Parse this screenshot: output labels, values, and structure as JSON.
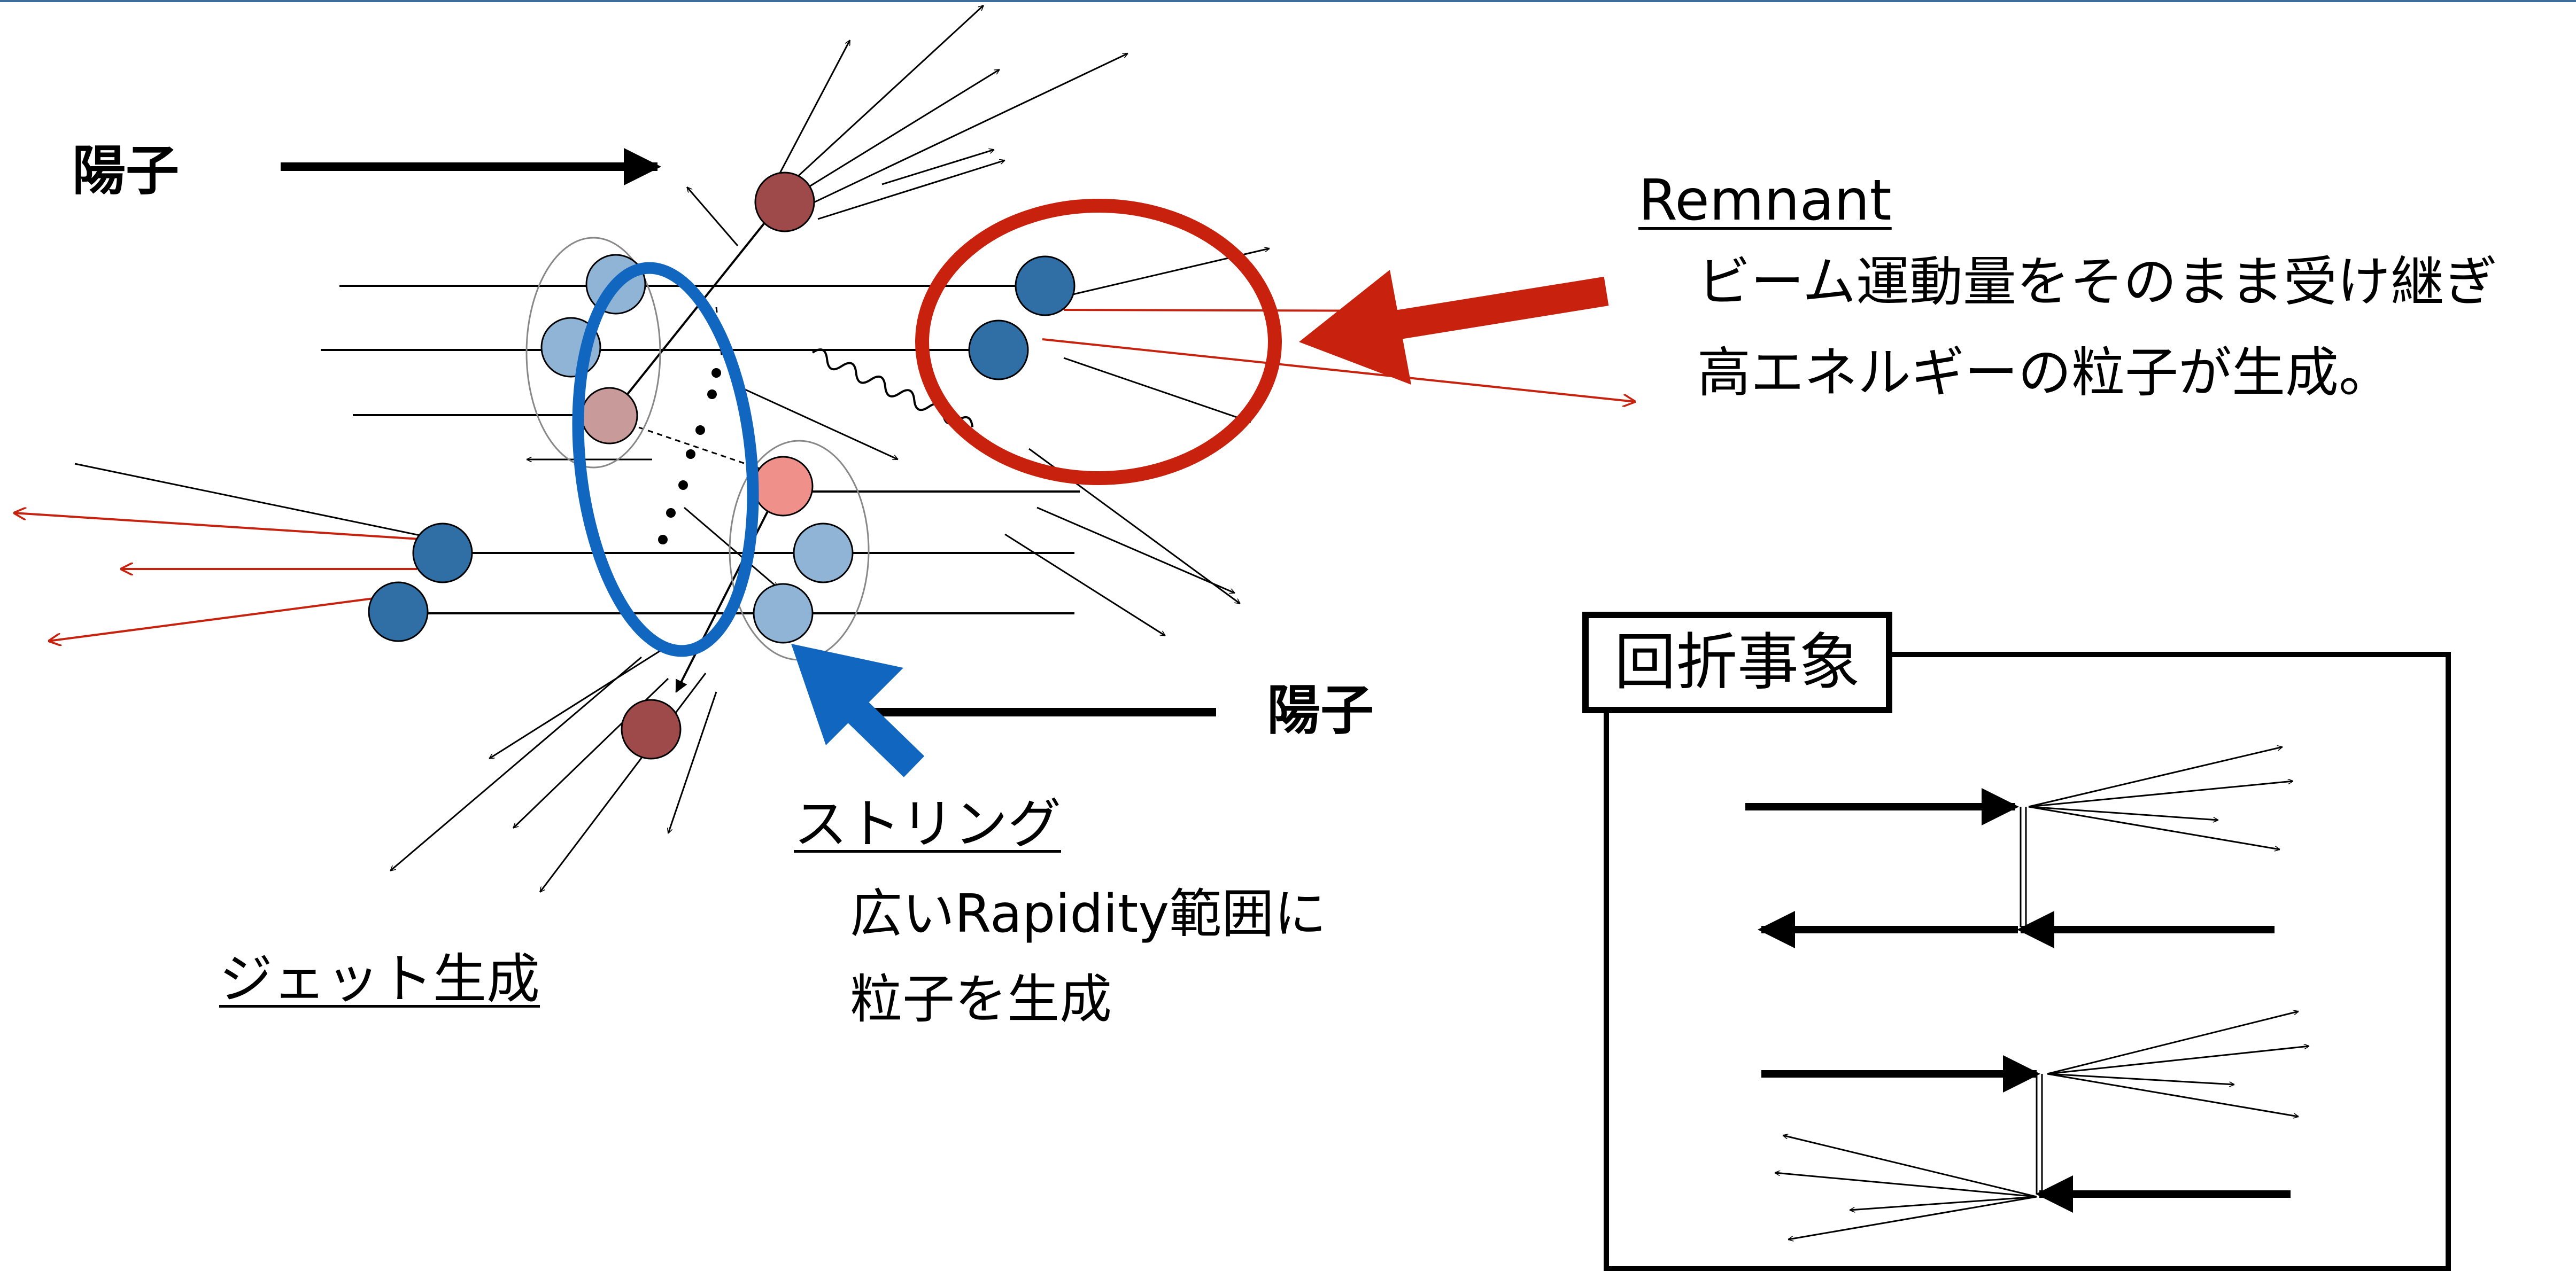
{
  "labels": {
    "proton_top": "陽子",
    "proton_bottom": "陽子",
    "remnant_title": "Remnant",
    "remnant_line1": "ビーム運動量をそのまま受け継ぎ",
    "remnant_line2": "高エネルギーの粒子が生成。",
    "string_title": "ストリング",
    "string_line1": "広いRapidity範囲に",
    "string_line2": "粒子を生成",
    "jet": "ジェット生成",
    "diffractive": "回折事象"
  },
  "colors": {
    "remnant_red": "#c8220e",
    "string_blue": "#1166c0",
    "particle_blue": "#2f6fa5",
    "particle_light_blue": "#8fb4d6",
    "particle_brown": "#9e4a4a",
    "particle_pink": "#c89a9a",
    "particle_salmon": "#f0908a"
  }
}
